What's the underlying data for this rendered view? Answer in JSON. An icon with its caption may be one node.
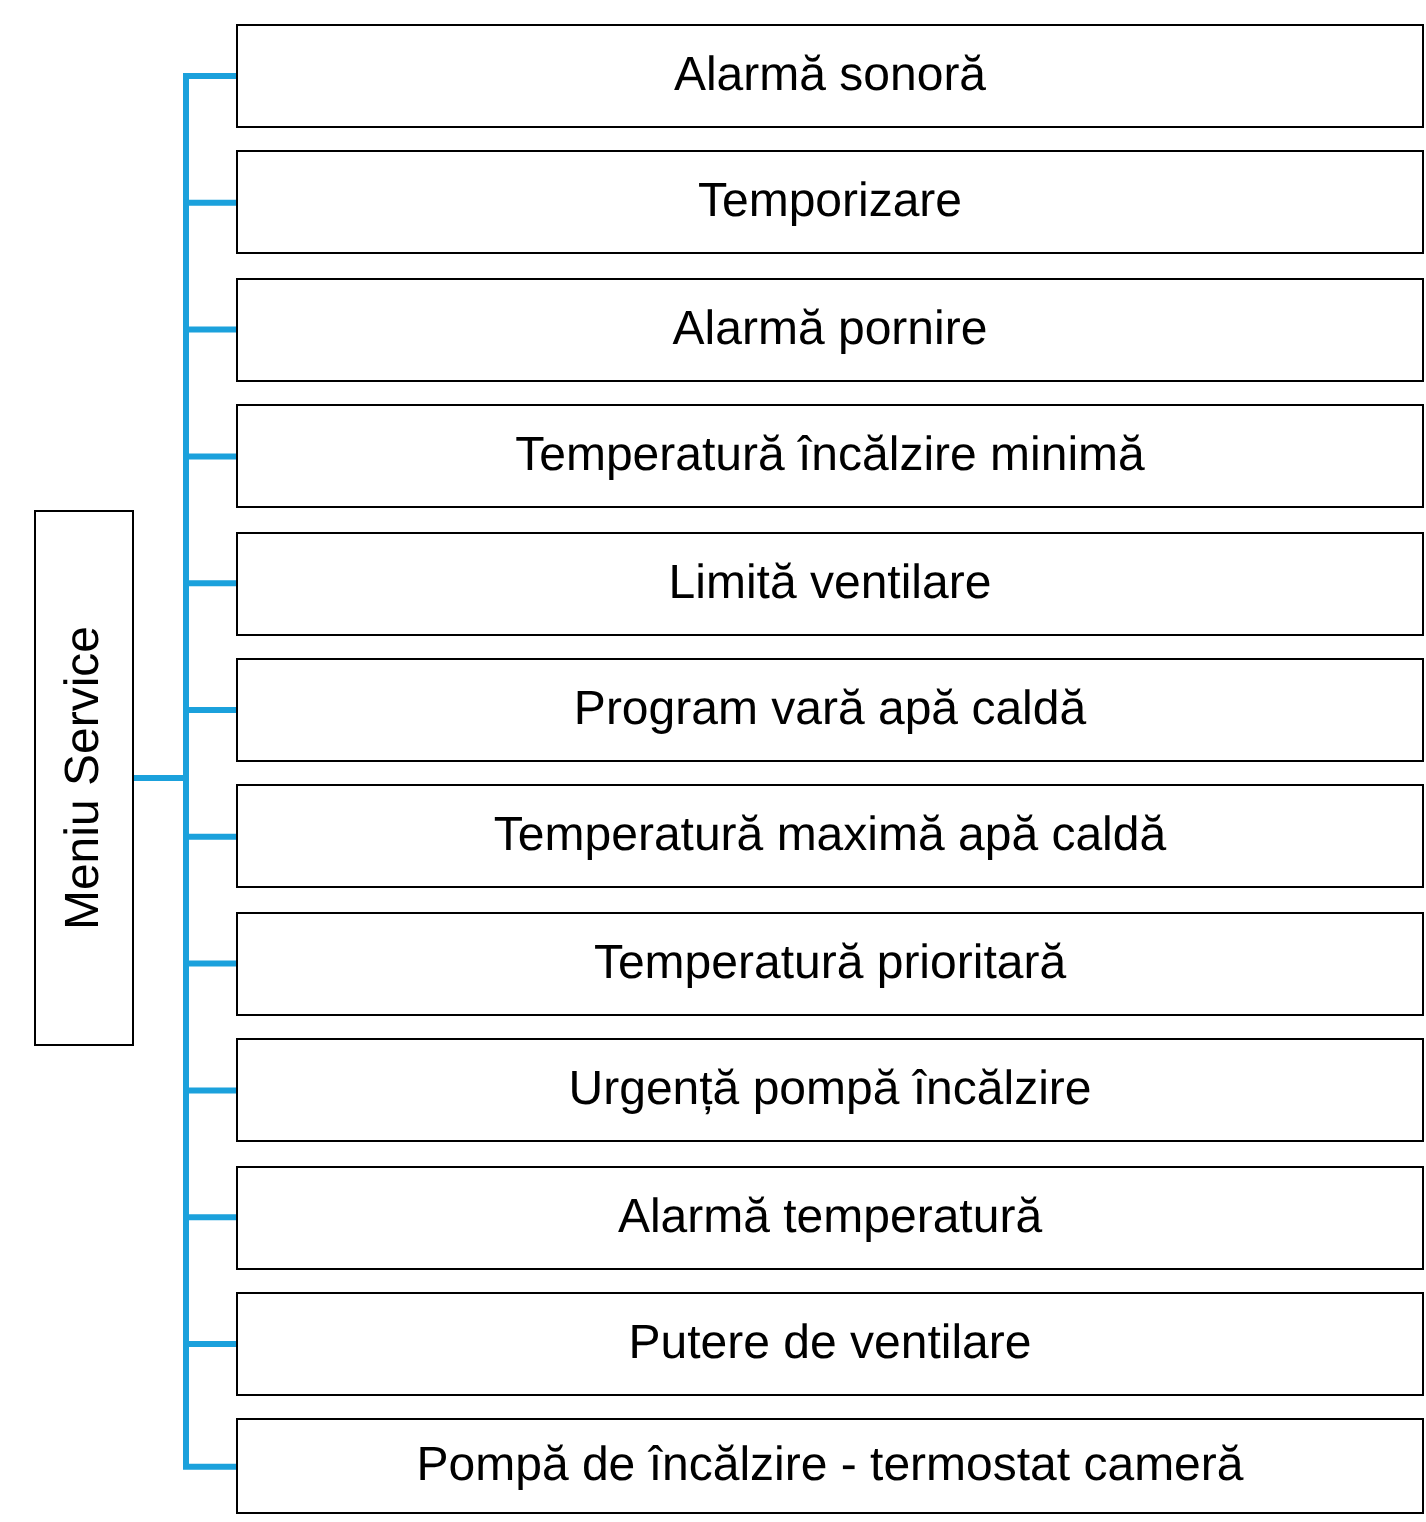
{
  "diagram": {
    "nodes": [
      {
        "text": [
          "Meniu Service"
        ]
      },
      {
        "text": [
          "Alarmă sonoră"
        ]
      },
      {
        "text": [
          "Temporizare"
        ]
      },
      {
        "text": [
          "Alarmă pornire"
        ]
      },
      {
        "text": [
          "Temperatură încălzire minimă"
        ]
      },
      {
        "text": [
          "Limită ventilare"
        ]
      },
      {
        "text": [
          "Program vară apă caldă"
        ]
      },
      {
        "text": [
          "Temperatură maximă apă caldă"
        ]
      },
      {
        "text": [
          "Temperatură prioritară"
        ]
      },
      {
        "text": [
          "Urgență pompă încălzire"
        ]
      },
      {
        "text": [
          "Alarmă temperatură"
        ]
      },
      {
        "text": [
          "Putere de ventilare"
        ]
      },
      {
        "text": [
          "Pompă de încălzire - termostat cameră"
        ]
      }
    ],
    "edges": [
      {
        "from": 0,
        "to": 1,
        "arrow": "none"
      },
      {
        "from": 0,
        "to": 2,
        "arrow": "none"
      },
      {
        "from": 0,
        "to": 3,
        "arrow": "none"
      },
      {
        "from": 0,
        "to": 4,
        "arrow": "none"
      },
      {
        "from": 0,
        "to": 5,
        "arrow": "none"
      },
      {
        "from": 0,
        "to": 6,
        "arrow": "none"
      },
      {
        "from": 0,
        "to": 7,
        "arrow": "none"
      },
      {
        "from": 0,
        "to": 8,
        "arrow": "none"
      },
      {
        "from": 0,
        "to": 9,
        "arrow": "none"
      },
      {
        "from": 0,
        "to": 10,
        "arrow": "none"
      },
      {
        "from": 0,
        "to": 11,
        "arrow": "none"
      },
      {
        "from": 0,
        "to": 12,
        "arrow": "none"
      }
    ]
  }
}
